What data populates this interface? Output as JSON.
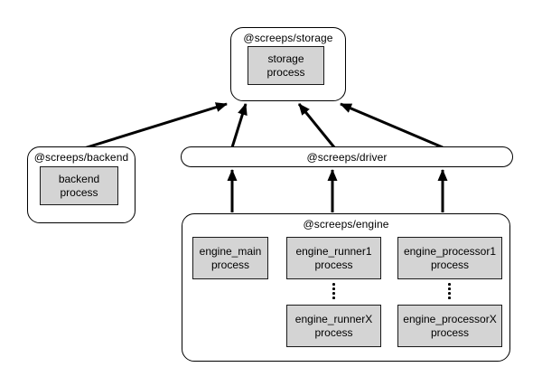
{
  "diagram": {
    "nodes": {
      "storage": {
        "title": "@screeps/storage",
        "process_label": "storage\nprocess"
      },
      "backend": {
        "title": "@screeps/backend",
        "process_label": "backend\nprocess"
      },
      "driver": {
        "title": "@screeps/driver"
      },
      "engine": {
        "title": "@screeps/engine",
        "processes": {
          "main": "engine_main\nprocess",
          "runner1": "engine_runner1\nprocess",
          "runnerX": "engine_runnerX\nprocess",
          "processor1": "engine_processor1\nprocess",
          "processorX": "engine_processorX\nprocess"
        }
      }
    },
    "edges": [
      {
        "from": "backend",
        "to": "storage"
      },
      {
        "from": "driver",
        "to": "storage"
      },
      {
        "from": "driver",
        "to": "storage"
      },
      {
        "from": "driver",
        "to": "storage"
      },
      {
        "from": "engine_main process",
        "to": "driver"
      },
      {
        "from": "engine_runner processes",
        "to": "driver"
      },
      {
        "from": "engine_processor processes",
        "to": "driver"
      }
    ],
    "icons": {
      "vertical_ellipsis": "css-dots (4 stacked dots)"
    },
    "colors": {
      "background": "#ffffff",
      "border": "#000000",
      "process_box_fill": "#d4d4d4",
      "arrow": "#000000"
    }
  }
}
